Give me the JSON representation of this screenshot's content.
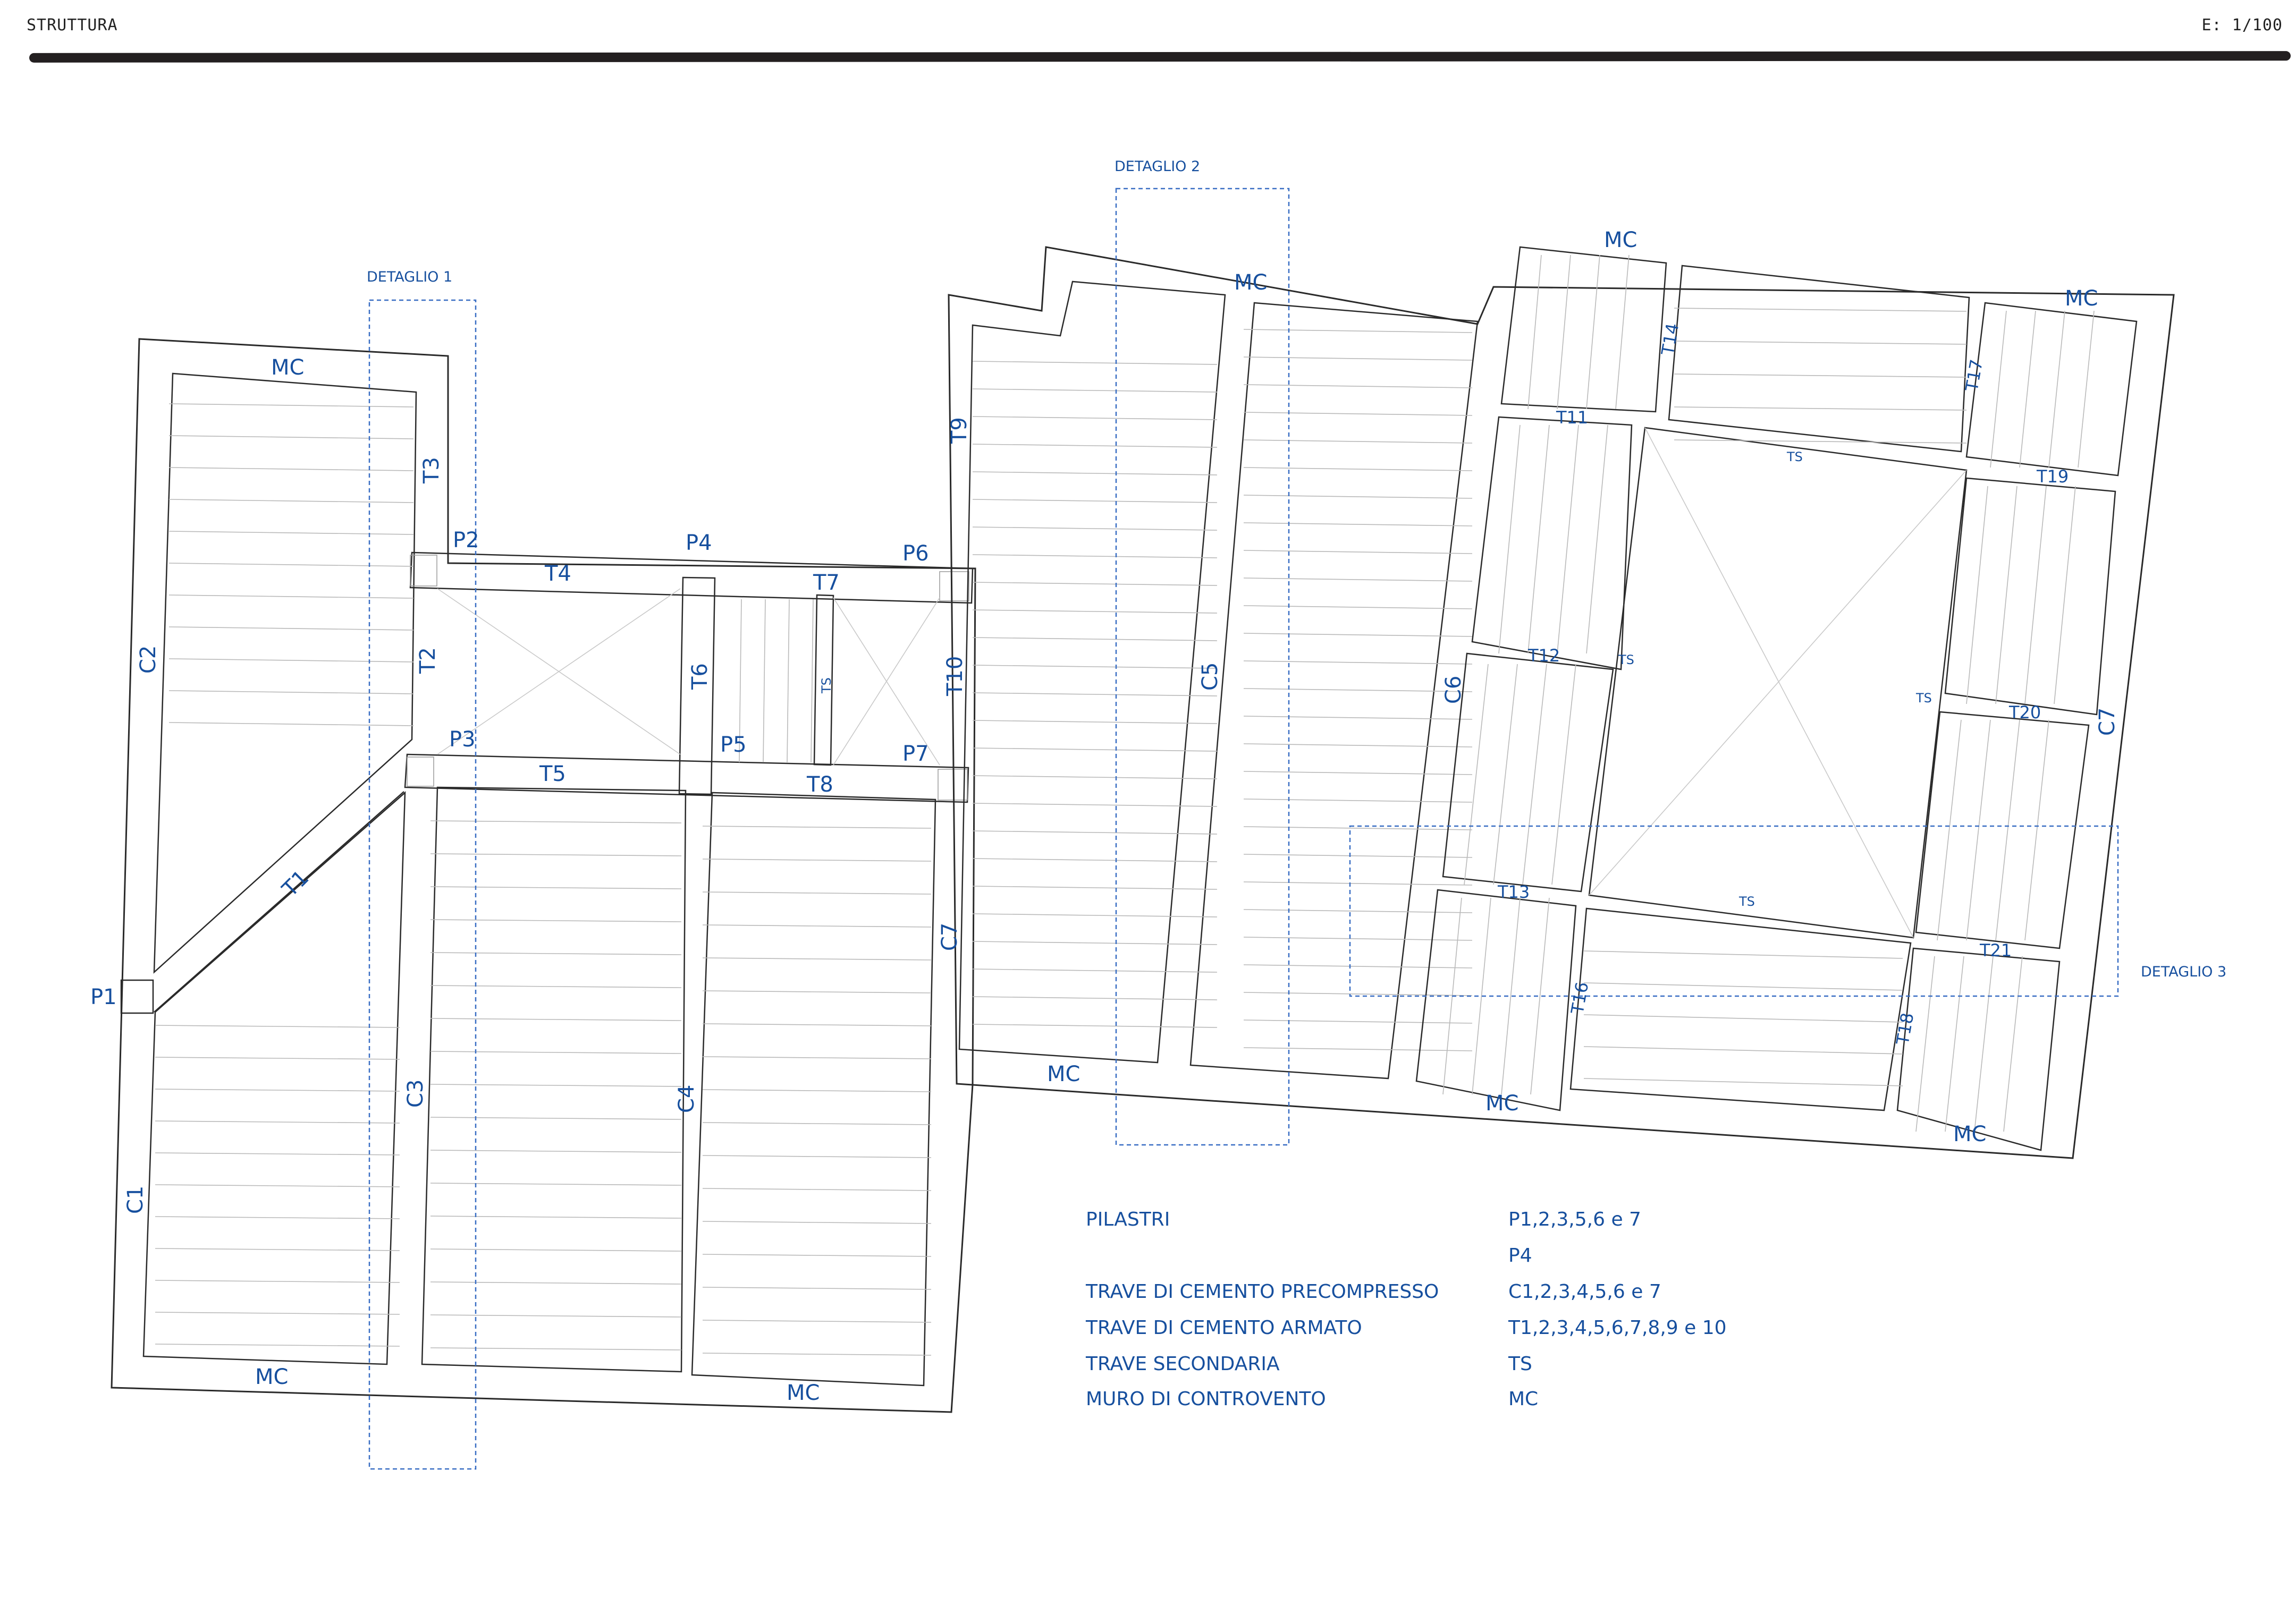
{
  "header": {
    "title": "STRUTTURA",
    "scale": "E: 1/100"
  },
  "colors": {
    "ink": "#164f9e",
    "line": "#2a2a2a",
    "rib": "#b9b9b9",
    "detail_box": "#3a6fc4"
  },
  "details": [
    "DETAGLIO 1",
    "DETAGLIO 2",
    "DETAGLIO 3"
  ],
  "labels": {
    "walls": "MC",
    "secondary": "TS",
    "pillars": {
      "p1": "P1",
      "p2": "P2",
      "p3": "P3",
      "p4": "P4",
      "p5": "P5",
      "p6": "P6",
      "p7": "P7"
    },
    "prestressed": {
      "c1": "C1",
      "c2": "C2",
      "c3": "C3",
      "c4": "C4",
      "c5": "C5",
      "c6": "C6",
      "c7a": "C7",
      "c7b": "C7"
    },
    "beams": {
      "t1": "T1",
      "t2": "T2",
      "t3": "T3",
      "t4": "T4",
      "t5": "T5",
      "t6": "T6",
      "t7": "T7",
      "t8": "T8",
      "t9": "T9",
      "t10": "T10",
      "t11": "T11",
      "t12": "T12",
      "t13": "T13",
      "t14": "T14",
      "t16": "T16",
      "t17": "T17",
      "t18": "T18",
      "t19": "T19",
      "t20": "T20",
      "t21": "T21"
    }
  },
  "legend": [
    {
      "name": "PILASTRI",
      "value": "P1,2,3,5,6 e 7"
    },
    {
      "name": "",
      "value": "P4"
    },
    {
      "name": "TRAVE DI CEMENTO PRECOMPRESSO",
      "value": "C1,2,3,4,5,6 e 7"
    },
    {
      "name": "TRAVE DI CEMENTO ARMATO",
      "value": "T1,2,3,4,5,6,7,8,9 e 10"
    },
    {
      "name": "TRAVE SECONDARIA",
      "value": "TS"
    },
    {
      "name": "MURO DI CONTROVENTO",
      "value": "MC"
    }
  ]
}
